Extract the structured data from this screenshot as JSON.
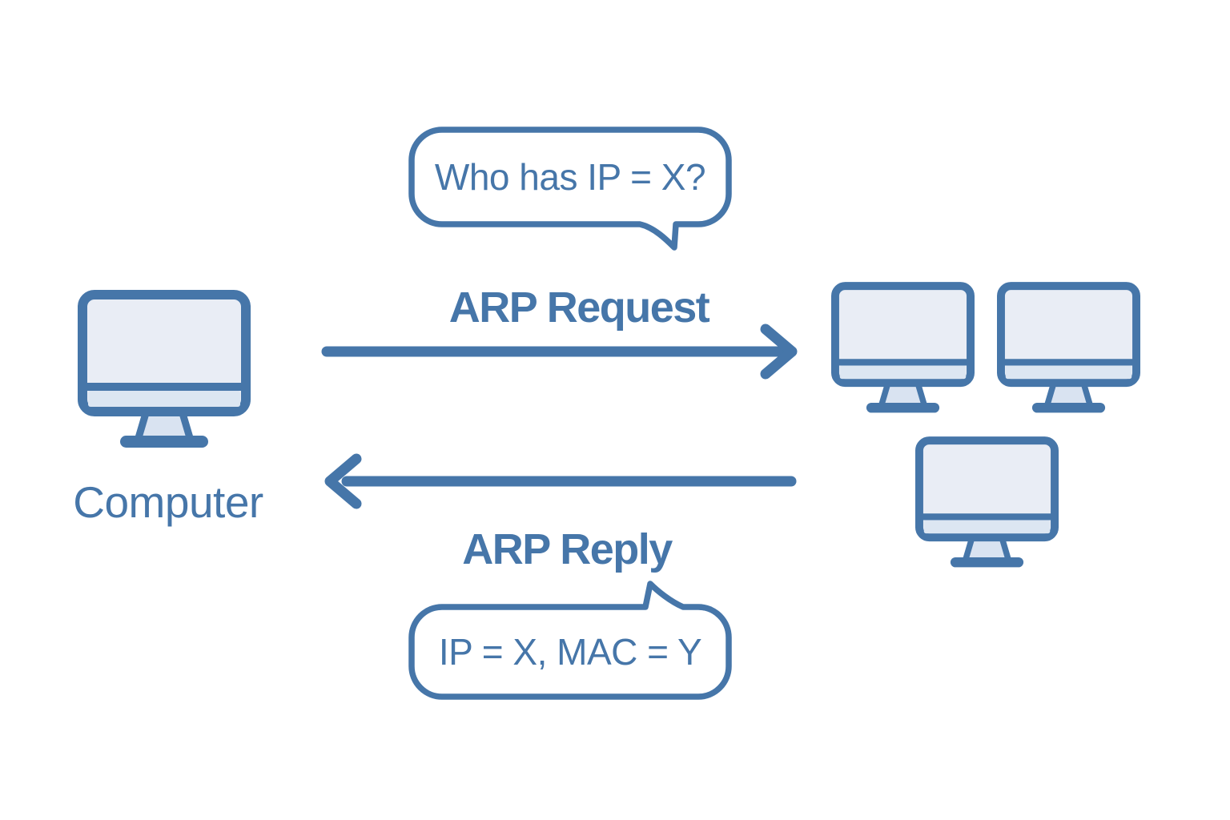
{
  "diagram": {
    "type": "network-protocol-flow",
    "subject": "ARP",
    "left_node": {
      "label": "Computer",
      "icon": "desktop-computer-icon"
    },
    "right_group": {
      "icon": "desktop-computer-icon",
      "count": 3
    },
    "flows": [
      {
        "id": "arp-request",
        "direction": "left-to-right",
        "label": "ARP Request",
        "bubble_text": "Who has IP = X?"
      },
      {
        "id": "arp-reply",
        "direction": "right-to-left",
        "label": "ARP Reply",
        "bubble_text": "IP = X, MAC = Y"
      }
    ]
  },
  "colors": {
    "primary": "#4676a9",
    "screen_fill": "#e9edf5",
    "chin_fill": "#dce6f2",
    "stand_fill": "#d9e3f1",
    "background": "#ffffff"
  }
}
